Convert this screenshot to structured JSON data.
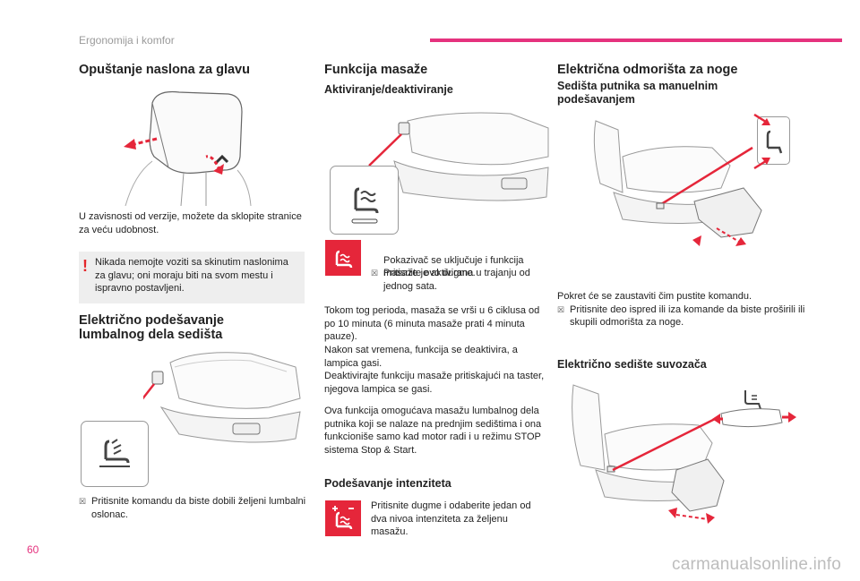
{
  "header": {
    "section": "Ergonomija i komfor"
  },
  "col1": {
    "title": "Opuštanje naslona za glavu",
    "para": "U zavisnosti od verzije, možete da sklopite stranice za veću udobnost.",
    "warning": "Nikada nemojte voziti sa skinutim naslonima za glavu; oni moraju biti na svom mestu i ispravno postavljeni.",
    "title2_line1": "Električno podešavanje",
    "title2_line2": "lumbalnog dela sedišta",
    "bullet": "Pritisnite komandu da biste dobili željeni lumbalni oslonac."
  },
  "col2": {
    "title": "Funkcija masaže",
    "subtitle": "Aktiviranje/deaktiviranje",
    "bullet": "Pritisnite ovo dugme.",
    "bullet_cont": "Pokazivač se uključuje i funkcija masaže je aktivirana u trajanju od jednog sata.",
    "para1": "Tokom tog perioda, masaža se vrši u 6 ciklusa od po 10 minuta (6 minuta masaže prati 4 minuta pauze).",
    "para2": "Nakon sat vremena, funkcija se deaktivira, a lampica gasi.",
    "para3": "Deaktivirajte funkciju masaže pritiskajući na taster, njegova lampica se gasi.",
    "para4": "Ova funkcija omogućava masažu lumbalnog dela putnika koji se nalaze na prednjim sedištima i ona funkcioniše samo kad motor radi i u režimu STOP sistema Stop & Start.",
    "subtitle2": "Podešavanje intenziteta",
    "intensity": "Pritisnite dugme i odaberite jedan od dva nivoa intenziteta za željenu masažu."
  },
  "col3": {
    "title": "Električna odmorišta za noge",
    "subtitle_line1": "Sedišta putnika sa manuelnim",
    "subtitle_line2": "podešavanjem",
    "bullet": "Pritisnite deo ispred ili iza komande da biste proširili ili skupili odmorišta za noge.",
    "para": "Pokret će se zaustaviti čim pustite komandu.",
    "subtitle2": "Električno sedište suvozača"
  },
  "footer": {
    "page": "60",
    "watermark": "carmanualsonline.info"
  },
  "colors": {
    "accent": "#e5327e",
    "red": "#e5263a"
  },
  "icons": [
    "headrest-illustration",
    "seat-lumbar-illustration",
    "massage-icon",
    "massage-intensity-icon",
    "legrest-illustration",
    "seat-control-icon"
  ]
}
